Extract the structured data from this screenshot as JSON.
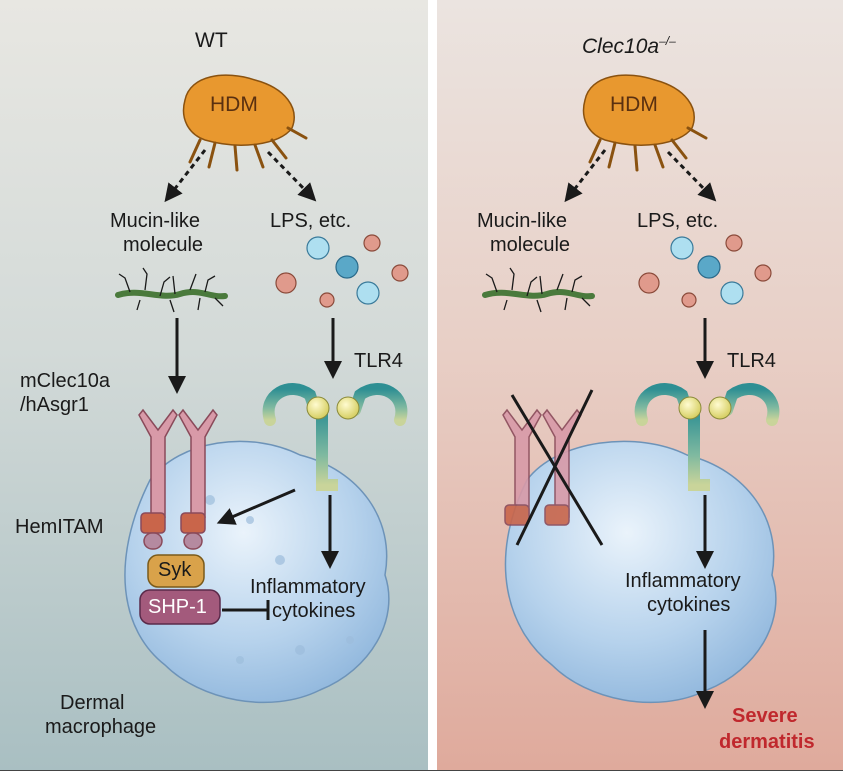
{
  "panels": {
    "wt": {
      "title": "WT",
      "hdm": "HDM",
      "mucin": "Mucin-like\nmolecule",
      "mucin_line1": "Mucin-like",
      "mucin_line2": "molecule",
      "lps": "LPS, etc.",
      "receptor_line1": "mClec10a",
      "receptor_line2": "/hAsgr1",
      "tlr4": "TLR4",
      "hemitam": "HemITAM",
      "syk": "Syk",
      "shp1": "SHP-1",
      "cytokines_line1": "Inflammatory",
      "cytokines_line2": "cytokines",
      "cell_line1": "Dermal",
      "cell_line2": "macrophage"
    },
    "ko": {
      "title_main": "Clec10a",
      "title_sup": "–/–",
      "hdm": "HDM",
      "mucin_line1": "Mucin-like",
      "mucin_line2": "molecule",
      "lps": "LPS, etc.",
      "tlr4": "TLR4",
      "cytokines_line1": "Inflammatory",
      "cytokines_line2": "cytokines",
      "outcome_line1": "Severe",
      "outcome_line2": "dermatitis"
    }
  },
  "colors": {
    "mite": "#e8982f",
    "receptor": "#d89aa8",
    "tlr4": "#3a9a94",
    "syk": "#d9a24a",
    "shp1": "#a35a7c",
    "cell": "#a8c7e6",
    "red_text": "#c0282d"
  }
}
